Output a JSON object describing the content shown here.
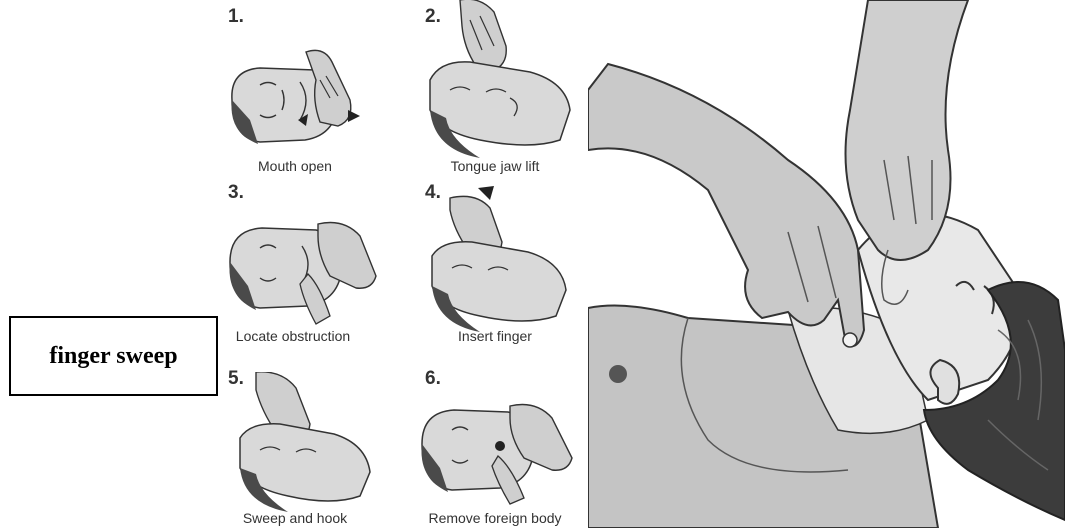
{
  "label_box": {
    "text": "finger sweep"
  },
  "steps": [
    {
      "number": "1.",
      "caption": "Mouth open"
    },
    {
      "number": "2.",
      "caption": "Tongue jaw lift"
    },
    {
      "number": "3.",
      "caption": "Locate obstruction"
    },
    {
      "number": "4.",
      "caption": "Insert finger"
    },
    {
      "number": "5.",
      "caption": "Sweep and hook"
    },
    {
      "number": "6.",
      "caption": "Remove foreign body"
    }
  ]
}
